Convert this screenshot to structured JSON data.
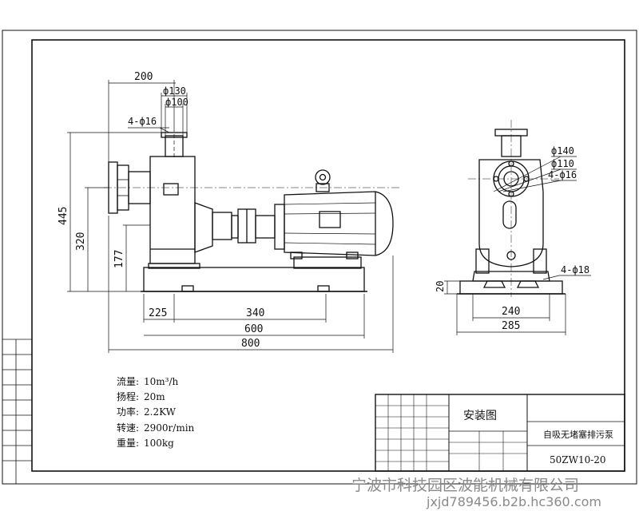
{
  "dimensions": {
    "width_200": "200",
    "dia_130": "ф130",
    "dia_100": "ф100",
    "bolts_4_16": "4-ф16",
    "height_445": "445",
    "height_320": "320",
    "height_177": "177",
    "len_225": "225",
    "len_340": "340",
    "len_600": "600",
    "len_800": "800",
    "side_dia_140": "ф140",
    "side_dia_110": "ф110",
    "side_bolts_4_16": "4-ф16",
    "side_bolts_4_18": "4-ф18",
    "side_height_20": "20",
    "side_width_240": "240",
    "side_width_285": "285"
  },
  "specs": [
    {
      "label": "流量:",
      "value": "10m³/h"
    },
    {
      "label": "扬程:",
      "value": "20m"
    },
    {
      "label": "功率:",
      "value": "2.2KW"
    },
    {
      "label": "转速:",
      "value": "2900r/min"
    },
    {
      "label": "重量:",
      "value": "100kg"
    }
  ],
  "title_block": {
    "drawing_title": "安装图",
    "product_name": "自吸无堵塞排污泵",
    "model": "50ZW10-20"
  },
  "watermark": {
    "company": "宁波市科技园区波能机械有限公司",
    "url": "jxjd789456.b2b.hc360.com"
  }
}
